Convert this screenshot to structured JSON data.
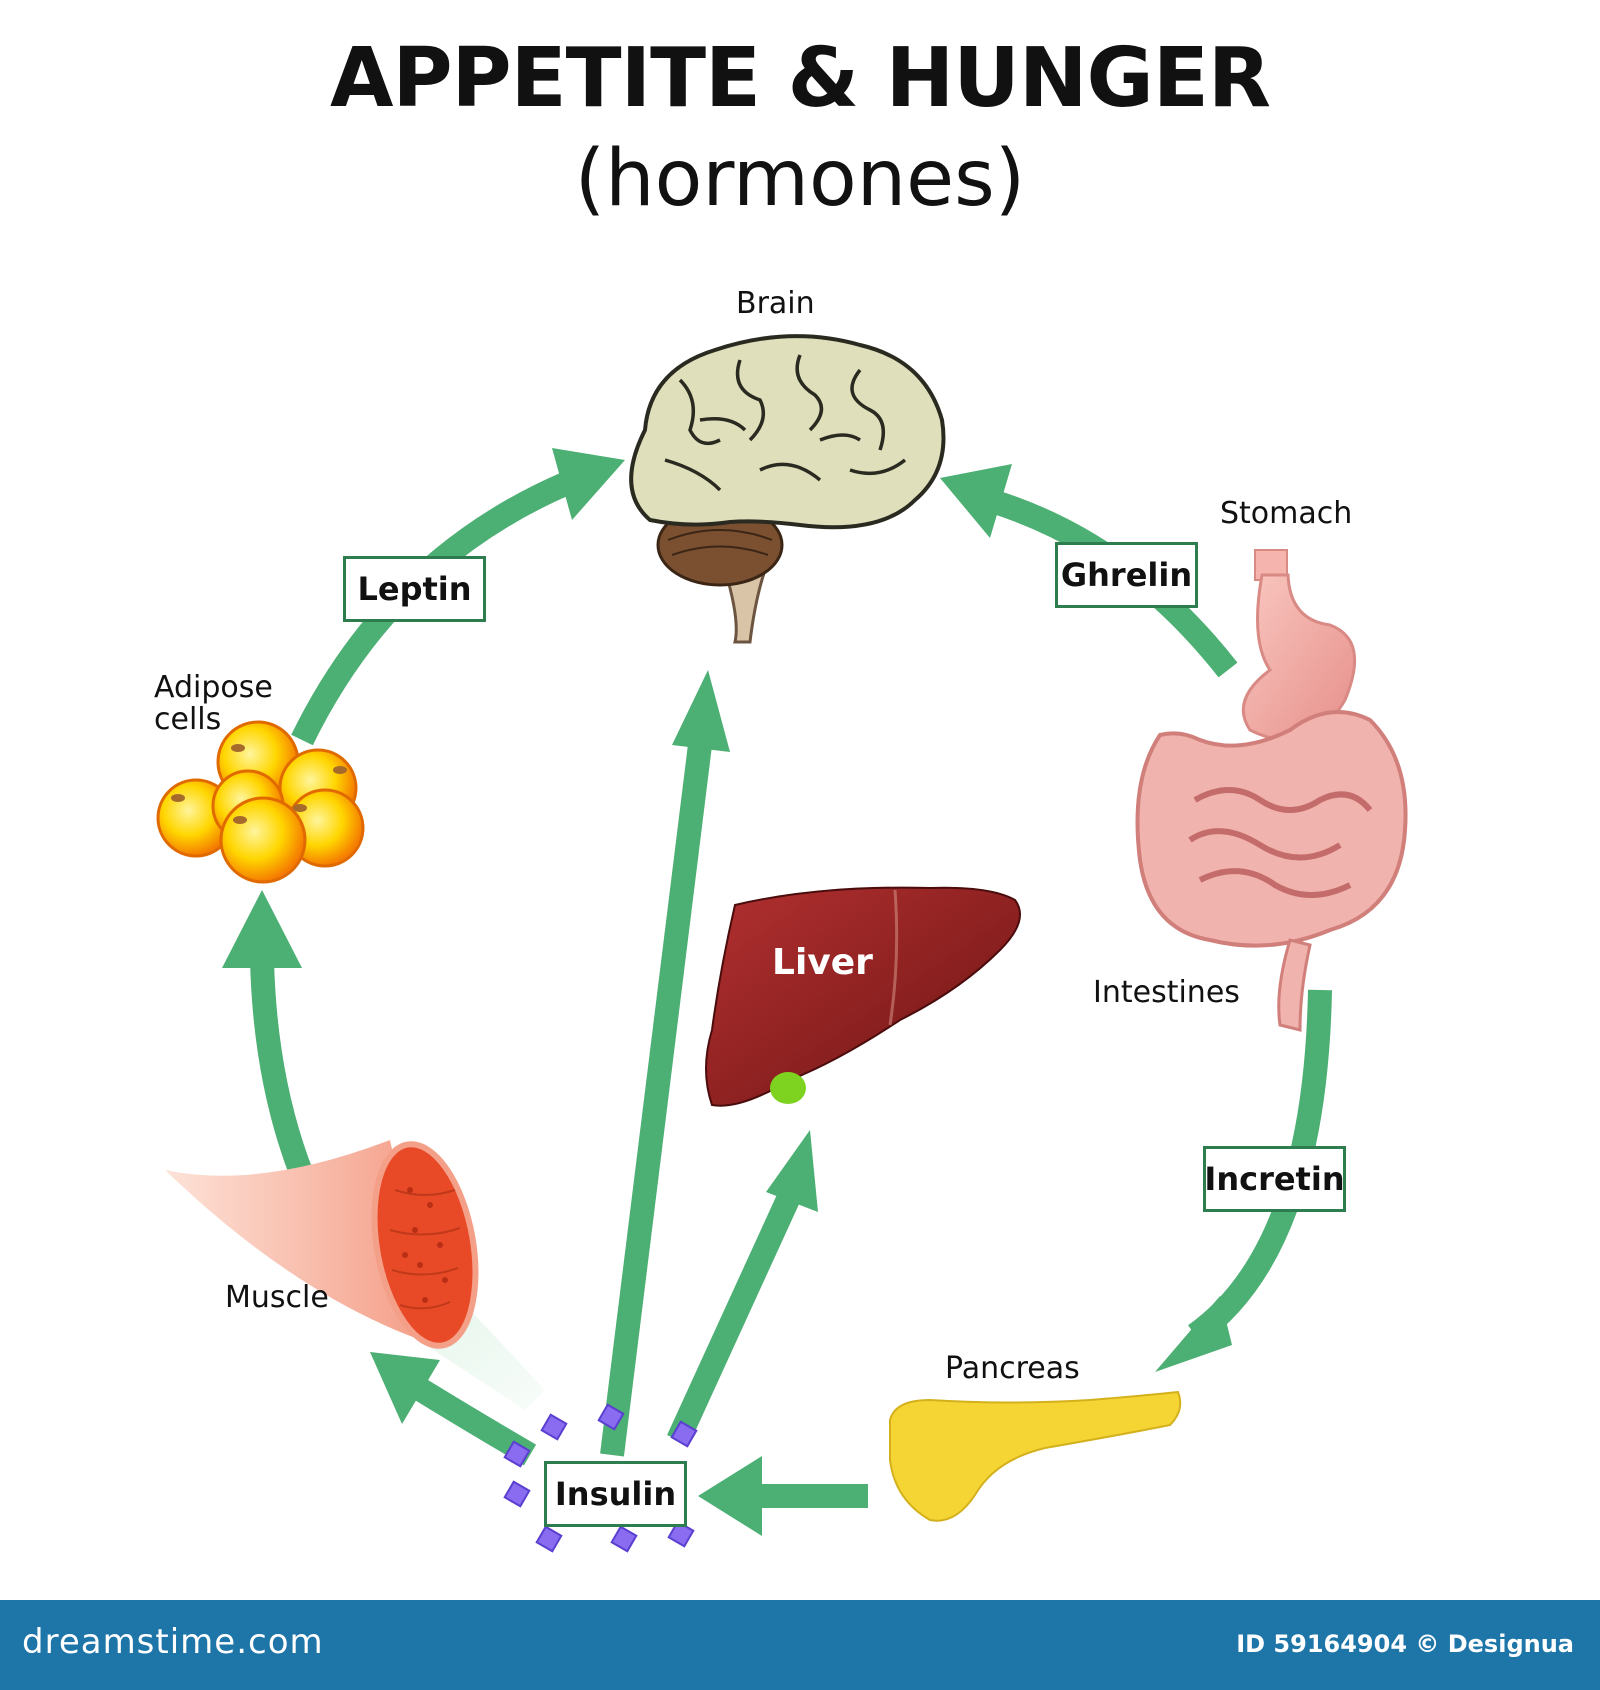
{
  "title": "APPETITE & HUNGER",
  "subtitle": "(hormones)",
  "organs": {
    "brain": "Brain",
    "stomach": "Stomach",
    "adipose": "Adipose cells",
    "intestines": "Intestines",
    "liver": "Liver",
    "muscle": "Muscle",
    "pancreas": "Pancreas"
  },
  "hormones": {
    "leptin": "Leptin",
    "ghrelin": "Ghrelin",
    "incretin": "Incretin",
    "insulin": "Insulin"
  },
  "footer": {
    "brand": "dreamstime.com",
    "credit": "ID 59164904 © Designua"
  },
  "colors": {
    "arrow": "#4caf73",
    "box_border": "#2e7d4f",
    "footer": "#1d75a8"
  }
}
